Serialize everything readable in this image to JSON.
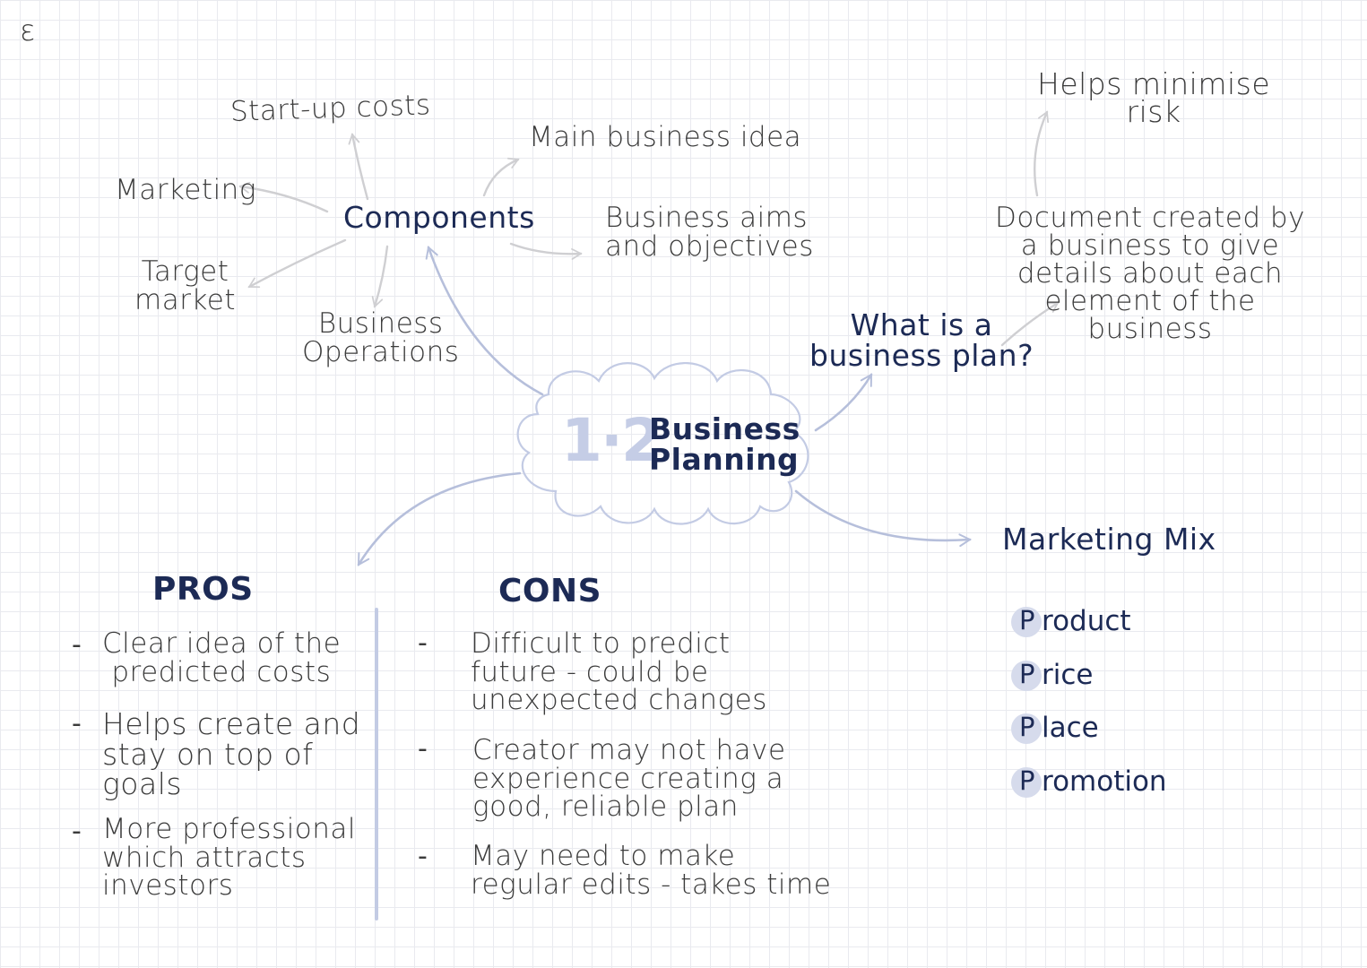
{
  "corner_mark": "ε",
  "center": {
    "number": "1·2",
    "title": "Business\nPlanning"
  },
  "components": {
    "label": "Components",
    "items": {
      "startup": "Start-up costs",
      "main_idea": "Main business idea",
      "aims": "Business aims\nand objectives",
      "marketing": "Marketing",
      "target": "Target\nmarket",
      "operations": "Business\nOperations"
    }
  },
  "definition": {
    "question": "What is a\nbusiness plan?",
    "answer": "Document created by\na business to give\ndetails about each\nelement of the\nbusiness",
    "benefit": "Helps minimise\nrisk"
  },
  "marketing_mix": {
    "label": "Marketing Mix",
    "items": [
      {
        "letter": "P",
        "rest": "roduct"
      },
      {
        "letter": "P",
        "rest": "rice"
      },
      {
        "letter": "P",
        "rest": "lace"
      },
      {
        "letter": "P",
        "rest": "romotion"
      }
    ]
  },
  "pros": {
    "heading": "PROS",
    "items": [
      "Clear idea of the\n predicted costs",
      "Helps create and\nstay on top of\ngoals",
      "More professional\nwhich attracts\ninvestors"
    ]
  },
  "cons": {
    "heading": "CONS",
    "items": [
      "Difficult to predict\nfuture - could be\nunexpected changes",
      "Creator may not have\nexperience creating a\ngood, reliable plan",
      "May need to make\nregular edits - takes time"
    ]
  },
  "colors": {
    "navy": "#1c2a55",
    "arrow_gray": "#cfcfd2",
    "arrow_blue": "#b6bfdb",
    "number_blue": "#c5cde6",
    "bubble": "#d6dbec"
  }
}
